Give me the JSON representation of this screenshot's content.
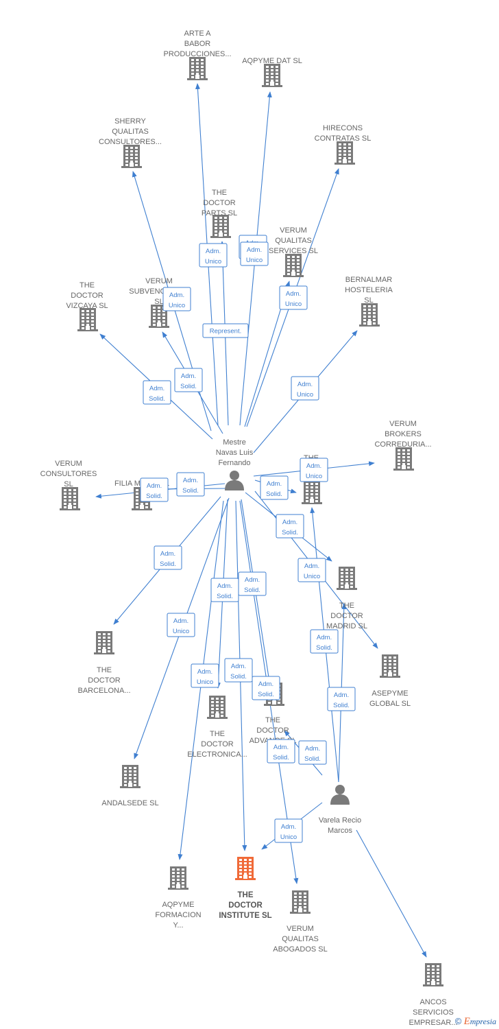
{
  "colors": {
    "edge": "#3f7fd0",
    "building": "#7a7a7a",
    "highlight": "#f06a38",
    "person": "#7a7a7a"
  },
  "footer": {
    "copyright": "©",
    "brand_first": "E",
    "brand_rest": "mpresia"
  },
  "nodes": [
    {
      "id": "arte",
      "kind": "company",
      "icon": "building-icon",
      "label": [
        "ARTE A",
        "BABOR",
        "PRODUCCIONES..."
      ]
    },
    {
      "id": "aqdat",
      "kind": "company",
      "icon": "building-icon",
      "label": [
        "AQPYME DAT SL"
      ]
    },
    {
      "id": "sherry",
      "kind": "company",
      "icon": "building-icon",
      "label": [
        "SHERRY",
        "QUALITAS",
        "CONSULTORES..."
      ]
    },
    {
      "id": "hirecons",
      "kind": "company",
      "icon": "building-icon",
      "label": [
        "HIRECONS",
        "CONTRATAS SL"
      ]
    },
    {
      "id": "parts",
      "kind": "company",
      "icon": "building-icon",
      "label": [
        "THE",
        "DOCTOR",
        "PARTS SL"
      ]
    },
    {
      "id": "vservices",
      "kind": "company",
      "icon": "building-icon",
      "label": [
        "VERUM",
        "QUALITAS",
        "SERVICES SL"
      ]
    },
    {
      "id": "vizcaya",
      "kind": "company",
      "icon": "building-icon",
      "label": [
        "THE",
        "DOCTOR",
        "VIZCAYA SL"
      ]
    },
    {
      "id": "vsub",
      "kind": "company",
      "icon": "building-icon",
      "label": [
        "VERUM",
        "SUBVENCIONES",
        "SL"
      ]
    },
    {
      "id": "bernalmar",
      "kind": "company",
      "icon": "building-icon",
      "label": [
        "BERNALMAR",
        "HOSTELERIA",
        "SL"
      ]
    },
    {
      "id": "vbrokers",
      "kind": "company",
      "icon": "building-icon",
      "label": [
        "VERUM",
        "BROKERS",
        "CORREDURIA..."
      ]
    },
    {
      "id": "vconsult",
      "kind": "company",
      "icon": "building-icon",
      "label": [
        "VERUM",
        "CONSULTORES",
        "SL"
      ]
    },
    {
      "id": "filia",
      "kind": "company",
      "icon": "building-icon",
      "label": [
        "FILIA MARIS SL"
      ]
    },
    {
      "id": "thed",
      "kind": "company",
      "icon": "building-icon",
      "label": [
        "THE",
        "D",
        "S"
      ]
    },
    {
      "id": "madrid",
      "kind": "company",
      "icon": "building-icon",
      "label": [
        "THE",
        "DOCTOR",
        "MADRID SL"
      ]
    },
    {
      "id": "barcelona",
      "kind": "company",
      "icon": "building-icon",
      "label": [
        "THE",
        "DOCTOR",
        "BARCELONA..."
      ]
    },
    {
      "id": "asepyme",
      "kind": "company",
      "icon": "building-icon",
      "label": [
        "ASEPYME",
        "GLOBAL SL"
      ]
    },
    {
      "id": "electronica",
      "kind": "company",
      "icon": "building-icon",
      "label": [
        "THE",
        "DOCTOR",
        "ELECTRONICA..."
      ]
    },
    {
      "id": "advance",
      "kind": "company",
      "icon": "building-icon",
      "label": [
        "THE",
        "DOCTOR",
        "ADVANCE SL"
      ]
    },
    {
      "id": "andalsede",
      "kind": "company",
      "icon": "building-icon",
      "label": [
        "ANDALSEDE SL"
      ]
    },
    {
      "id": "aqform",
      "kind": "company",
      "icon": "building-icon",
      "label": [
        "AQPYME",
        "FORMACION",
        "Y..."
      ]
    },
    {
      "id": "institute",
      "kind": "company",
      "icon": "building-icon",
      "highlight": true,
      "label": [
        "THE",
        "DOCTOR",
        "INSTITUTE SL"
      ]
    },
    {
      "id": "vabogados",
      "kind": "company",
      "icon": "building-icon",
      "label": [
        "VERUM",
        "QUALITAS",
        "ABOGADOS SL"
      ]
    },
    {
      "id": "ancos",
      "kind": "company",
      "icon": "building-icon",
      "label": [
        "ANCOS",
        "SERVICIOS",
        "EMPRESAR..."
      ]
    },
    {
      "id": "mestre",
      "kind": "person",
      "icon": "person-icon",
      "label": [
        "Mestre",
        "Navas Luis",
        "Fernando"
      ]
    },
    {
      "id": "varela",
      "kind": "person",
      "icon": "person-icon",
      "label": [
        "Varela Recio",
        "Marcos"
      ]
    }
  ],
  "edges": [
    {
      "from": "mestre",
      "to": "arte",
      "relation": [
        "Adm.",
        "Unico"
      ]
    },
    {
      "from": "mestre",
      "to": "aqdat",
      "relation": [
        "Adm.",
        "Solid."
      ]
    },
    {
      "from": "mestre",
      "to": "sherry",
      "relation": [
        "Adm.",
        "Unico"
      ]
    },
    {
      "from": "mestre",
      "to": "hirecons",
      "relation": [
        "Adm.",
        "Unico"
      ]
    },
    {
      "from": "mestre",
      "to": "parts",
      "relation": [
        "Represent."
      ]
    },
    {
      "from": "mestre",
      "to": "vservices",
      "relation": [
        "Adm.",
        "Unico"
      ]
    },
    {
      "from": "mestre",
      "to": "vsub",
      "relation": [
        "Adm.",
        "Solid."
      ]
    },
    {
      "from": "mestre",
      "to": "vizcaya",
      "relation": [
        "Adm.",
        "Solid."
      ]
    },
    {
      "from": "mestre",
      "to": "bernalmar",
      "relation": [
        "Adm.",
        "Unico"
      ]
    },
    {
      "from": "mestre",
      "to": "vbrokers",
      "relation": [
        "Adm.",
        "Unico"
      ]
    },
    {
      "from": "mestre",
      "to": "vconsult",
      "relation": [
        "Adm.",
        "Solid."
      ]
    },
    {
      "from": "mestre",
      "to": "filia",
      "relation": [
        "Adm.",
        "Solid."
      ]
    },
    {
      "from": "mestre",
      "to": "thed",
      "relation": [
        "Adm.",
        "Solid."
      ]
    },
    {
      "from": "mestre",
      "to": "madrid",
      "relation": [
        "Adm.",
        "Solid."
      ]
    },
    {
      "from": "mestre",
      "to": "asepyme",
      "relation": [
        "Adm.",
        "Unico"
      ]
    },
    {
      "from": "mestre",
      "to": "barcelona",
      "relation": [
        "Adm.",
        "Solid."
      ]
    },
    {
      "from": "mestre",
      "to": "andalsede",
      "relation": [
        "Adm.",
        "Unico"
      ]
    },
    {
      "from": "mestre",
      "to": "electronica",
      "relation": [
        "Adm.",
        "Solid."
      ]
    },
    {
      "from": "mestre",
      "to": "aqform",
      "relation": [
        "Adm.",
        "Unico"
      ]
    },
    {
      "from": "mestre",
      "to": "institute",
      "relation": [
        "Adm.",
        "Solid."
      ]
    },
    {
      "from": "mestre",
      "to": "advance",
      "relation": [
        "Adm.",
        "Solid."
      ]
    },
    {
      "from": "mestre",
      "to": "vabogados",
      "relation": [
        "Adm.",
        "Solid."
      ]
    },
    {
      "from": "varela",
      "to": "thed",
      "relation": [
        "Adm.",
        "Solid."
      ]
    },
    {
      "from": "varela",
      "to": "madrid",
      "relation": [
        "Adm.",
        "Solid."
      ]
    },
    {
      "from": "varela",
      "to": "advance",
      "relation": [
        "Adm.",
        "Solid."
      ]
    },
    {
      "from": "varela",
      "to": "institute",
      "relation": [
        "Adm.",
        "Solid."
      ]
    },
    {
      "from": "varela",
      "to": "ancos",
      "relation": [
        "Adm.",
        "Unico"
      ]
    }
  ]
}
